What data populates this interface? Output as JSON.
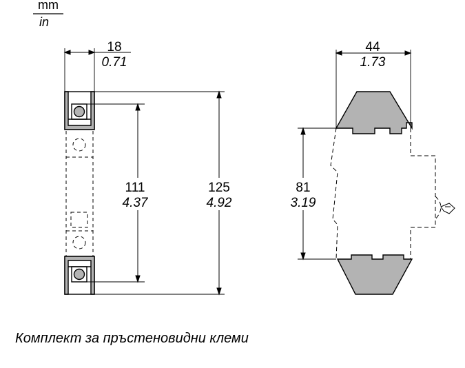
{
  "units": {
    "primary": "mm",
    "secondary": "in"
  },
  "dimensions": {
    "width_side": {
      "mm": "18",
      "in": "0.71"
    },
    "pitch": {
      "mm": "111",
      "in": "4.37"
    },
    "height_total": {
      "mm": "125",
      "in": "4.92"
    },
    "width_front": {
      "mm": "44",
      "in": "1.73"
    },
    "height_body": {
      "mm": "81",
      "in": "3.19"
    }
  },
  "caption": "Комплект за пръстеновидни клеми",
  "colors": {
    "line": "#000000",
    "fill_grey": "#b3b3b3",
    "background": "#ffffff"
  }
}
